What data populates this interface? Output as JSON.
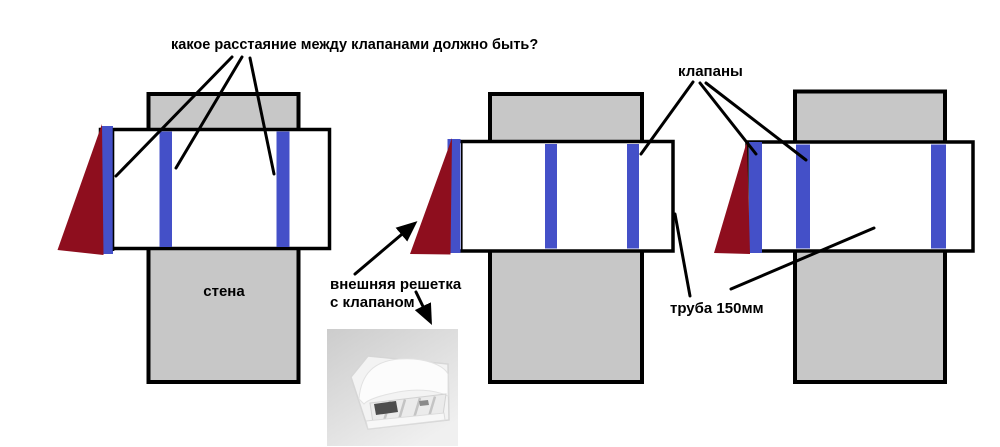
{
  "annotations": {
    "question": "какое расстаяние между клапанами должно быть?",
    "valves_label": "клапаны",
    "wall_label": "стена",
    "grille_label_line1": "внешняя решетка",
    "grille_label_line2": "с клапаном",
    "pipe_label": "труба 150мм"
  },
  "colors": {
    "valve_blue": "#4450c8",
    "grille_red": "#8e0e1e",
    "wall_gray": "#c7c7c7",
    "photo_bg_dark": "#cccccc",
    "photo_bg_light": "#f0f0f0"
  }
}
